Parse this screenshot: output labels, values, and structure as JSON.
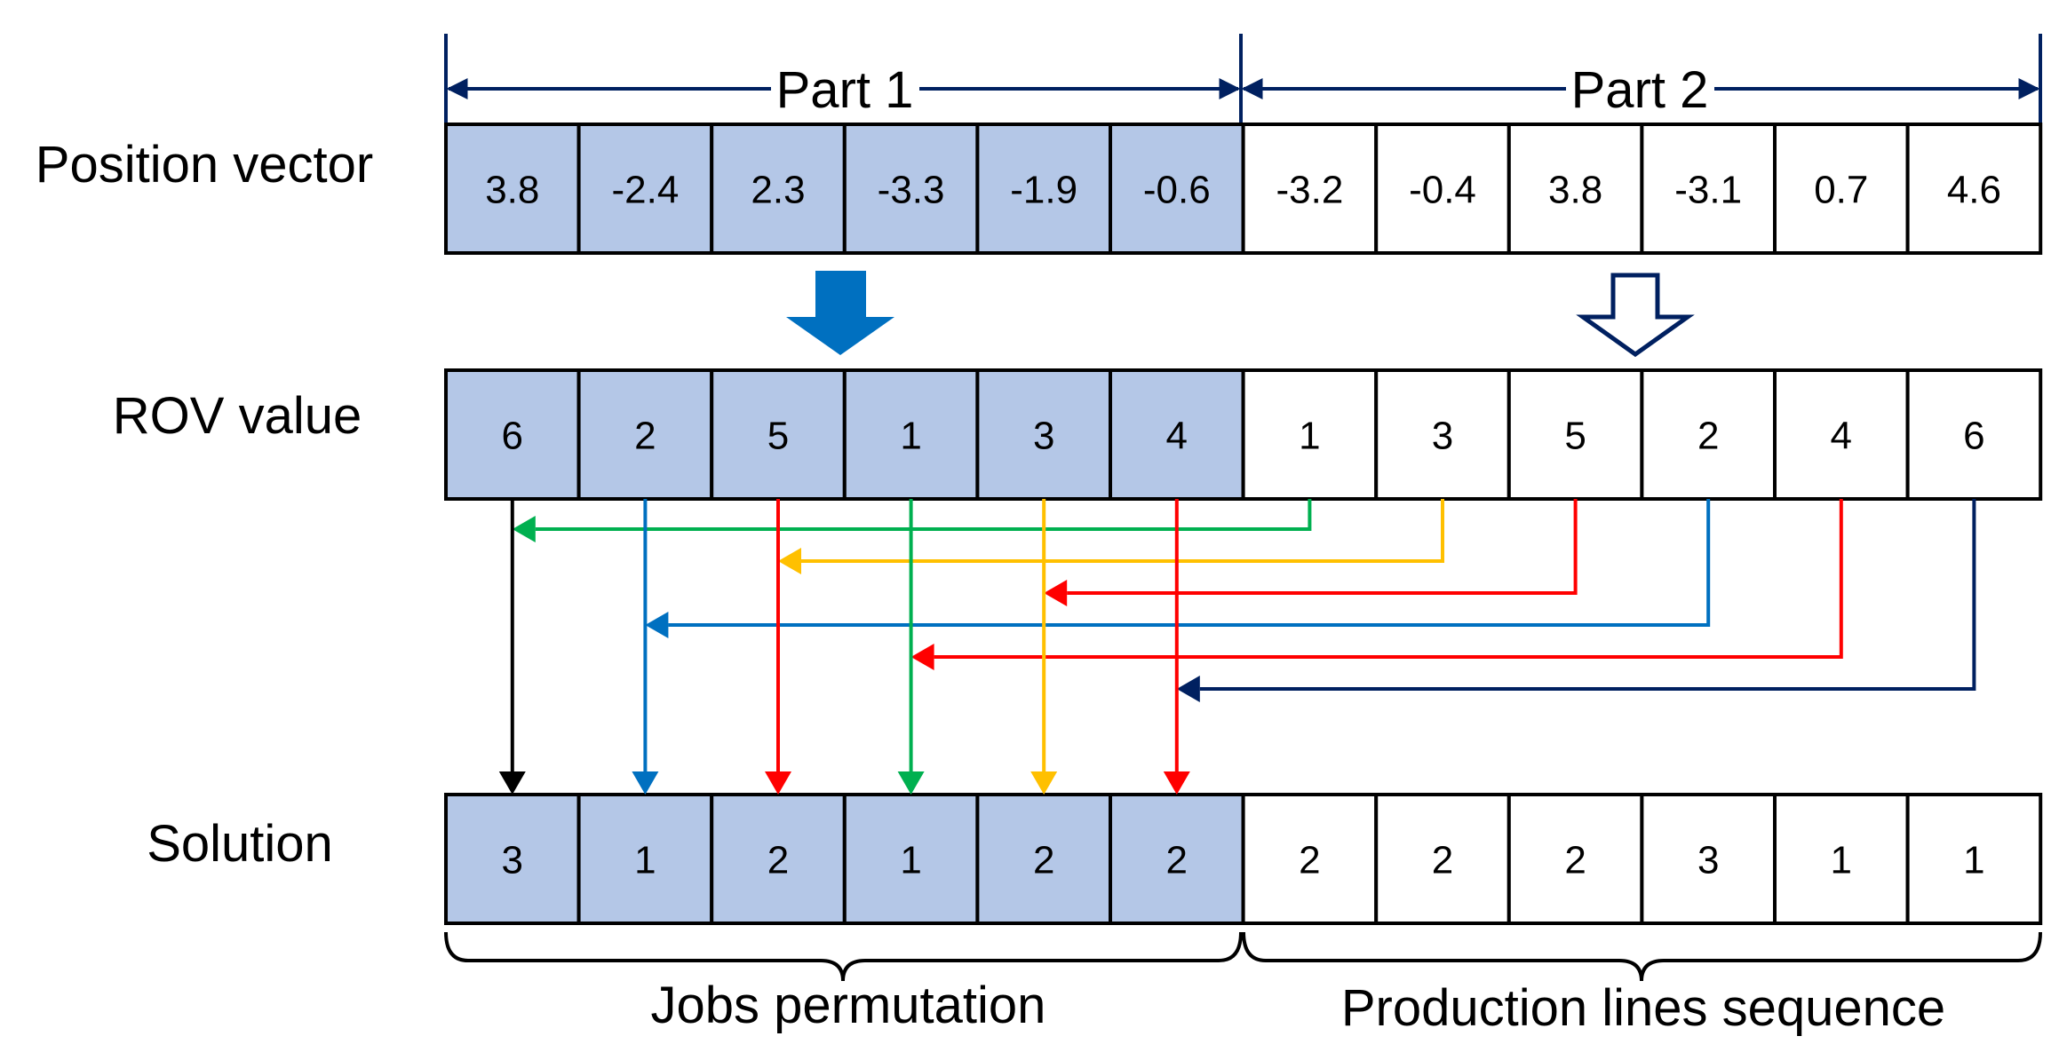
{
  "labels": {
    "position_vector": "Position vector",
    "rov_value": "ROV value",
    "solution": "Solution",
    "part1": "Part 1",
    "part2": "Part 2",
    "jobs_permutation": "Jobs permutation",
    "production_lines_sequence": "Production lines sequence"
  },
  "rows": {
    "position_vector": [
      "3.8",
      "-2.4",
      "2.3",
      "-3.3",
      "-1.9",
      "-0.6",
      "-3.2",
      "-0.4",
      "3.8",
      "-3.1",
      "0.7",
      "4.6"
    ],
    "rov_value": [
      "6",
      "2",
      "5",
      "1",
      "3",
      "4",
      "1",
      "3",
      "5",
      "2",
      "4",
      "6"
    ],
    "solution": [
      "3",
      "1",
      "2",
      "1",
      "2",
      "2",
      "2",
      "2",
      "2",
      "3",
      "1",
      "1"
    ]
  },
  "colors": {
    "part1_fill": "#b4c7e7",
    "part2_fill": "#ffffff",
    "outline": "#000000",
    "part_arrow": "#002060",
    "filled_down_arrow": "#0070c0",
    "hollow_down_arrow": "#002060",
    "mapping": [
      "#00b050",
      "#ffc000",
      "#ff0000",
      "#0070c0",
      "#ff0000",
      "#002060"
    ],
    "verticals": [
      "#000000",
      "#0070c0",
      "#ff0000",
      "#00b050",
      "#ffc000",
      "#ff0000"
    ]
  },
  "icons": {
    "part1_arrow": "filled-down-arrow-icon",
    "part2_arrow": "hollow-down-arrow-icon"
  }
}
